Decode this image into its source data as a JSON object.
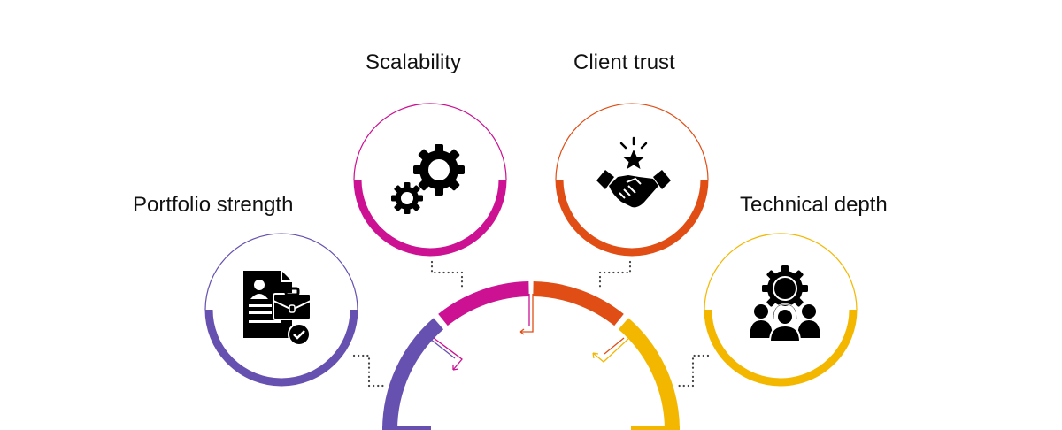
{
  "labels": {
    "portfolio": "Portfolio strength",
    "scalability": "Scalability",
    "client_trust": "Client trust",
    "technical": "Technical depth"
  },
  "colors": {
    "purple": "#6650b0",
    "magenta": "#cc1193",
    "orange": "#e04e16",
    "yellow": "#f4b700",
    "dots": "#444444"
  },
  "icons": {
    "portfolio": "resume-briefcase-check-icon",
    "scalability": "gears-icon",
    "client_trust": "handshake-star-icon",
    "technical": "team-gear-headset-icon"
  }
}
